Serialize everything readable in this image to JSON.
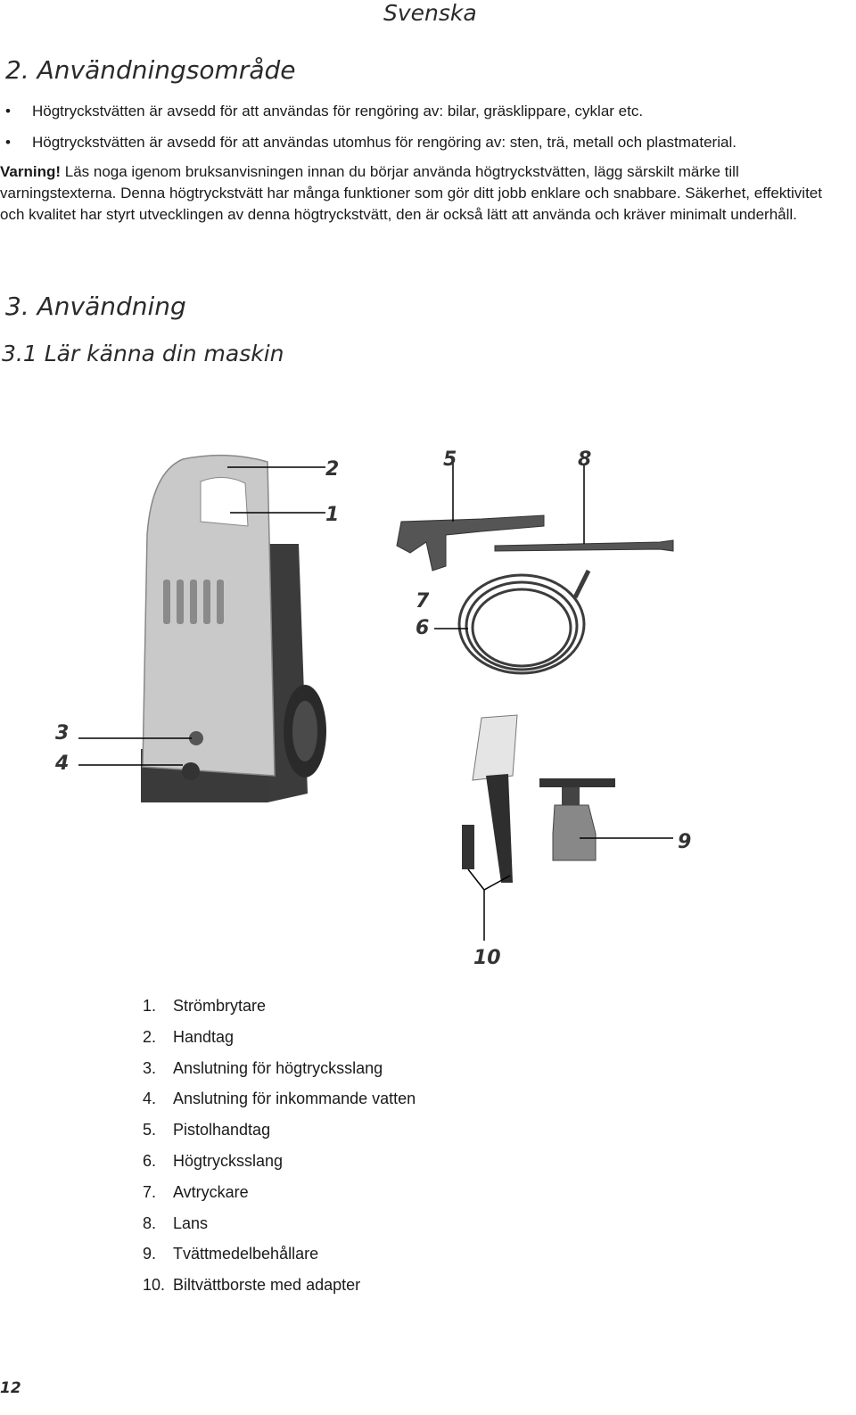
{
  "header": {
    "language": "Svenska"
  },
  "section2": {
    "title": "2. Användningsområde",
    "bullets": [
      "Högtryckstvätten är avsedd för att användas för rengöring av: bilar, gräsklippare, cyklar etc.",
      "Högtryckstvätten är avsedd för att användas utomhus för rengöring av: sten, trä, metall och plastmaterial."
    ],
    "warning_label": "Varning!",
    "warning_text": " Läs noga igenom bruksanvisningen innan du börjar använda högtryckstvätten, lägg särskilt märke till varningstexterna. Denna högtryckstvätt har många funktioner som gör ditt jobb enklare och snabbare. Säkerhet, effektivitet och kvalitet har styrt utvecklingen av denna högtryckstvätt, den är också lätt att använda och kräver minimalt underhåll."
  },
  "section3": {
    "title": "3. Användning",
    "subtitle": "3.1 Lär känna din maskin"
  },
  "figure": {
    "callouts": [
      "1",
      "2",
      "3",
      "4",
      "5",
      "6",
      "7",
      "8",
      "9",
      "10"
    ]
  },
  "legend": [
    {
      "num": "1.",
      "label": "Strömbrytare"
    },
    {
      "num": "2.",
      "label": "Handtag"
    },
    {
      "num": "3.",
      "label": "Anslutning för högtrycksslang"
    },
    {
      "num": "4.",
      "label": "Anslutning för inkommande vatten"
    },
    {
      "num": "5.",
      "label": "Pistolhandtag"
    },
    {
      "num": "6.",
      "label": "Högtrycksslang"
    },
    {
      "num": "7.",
      "label": "Avtryckare"
    },
    {
      "num": "8.",
      "label": "Lans"
    },
    {
      "num": "9.",
      "label": "Tvättmedelbehållare"
    },
    {
      "num": "10.",
      "label": "Biltvättborste med adapter"
    }
  ],
  "footer": {
    "page_number": "12"
  }
}
